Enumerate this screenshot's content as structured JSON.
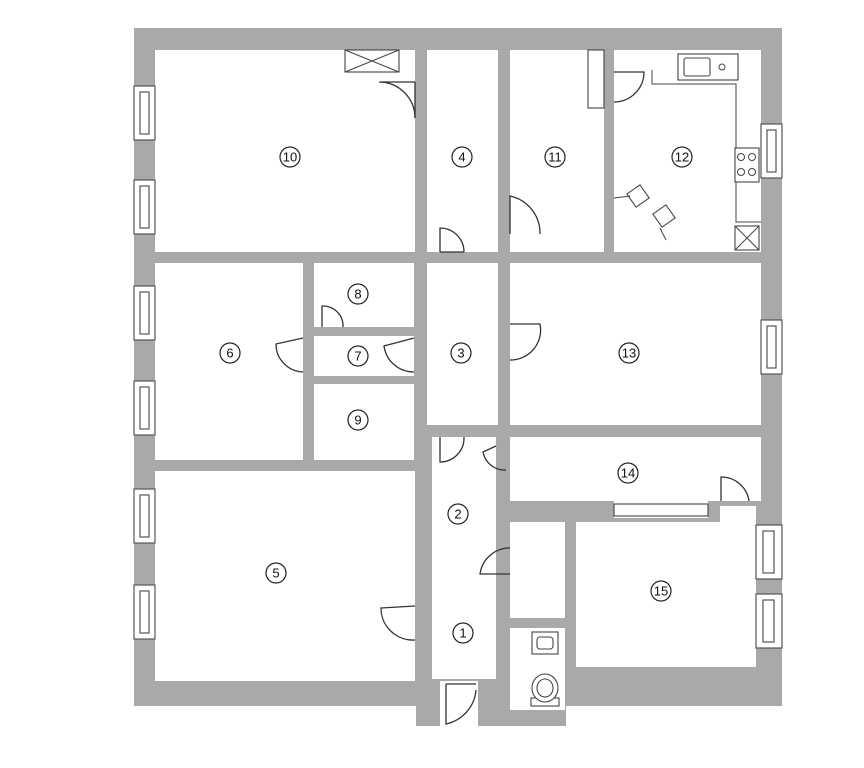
{
  "plan": {
    "rooms": [
      {
        "id": "room-1",
        "number": "1"
      },
      {
        "id": "room-2",
        "number": "2"
      },
      {
        "id": "room-3",
        "number": "3"
      },
      {
        "id": "room-4",
        "number": "4"
      },
      {
        "id": "room-5",
        "number": "5"
      },
      {
        "id": "room-6",
        "number": "6"
      },
      {
        "id": "room-7",
        "number": "7"
      },
      {
        "id": "room-8",
        "number": "8"
      },
      {
        "id": "room-9",
        "number": "9"
      },
      {
        "id": "room-10",
        "number": "10"
      },
      {
        "id": "room-11",
        "number": "11"
      },
      {
        "id": "room-12",
        "number": "12"
      },
      {
        "id": "room-13",
        "number": "13"
      },
      {
        "id": "room-14",
        "number": "14"
      },
      {
        "id": "room-15",
        "number": "15"
      }
    ],
    "colors": {
      "wall": "#a9a9a9",
      "floor": "#ffffff",
      "line": "#333333"
    }
  }
}
